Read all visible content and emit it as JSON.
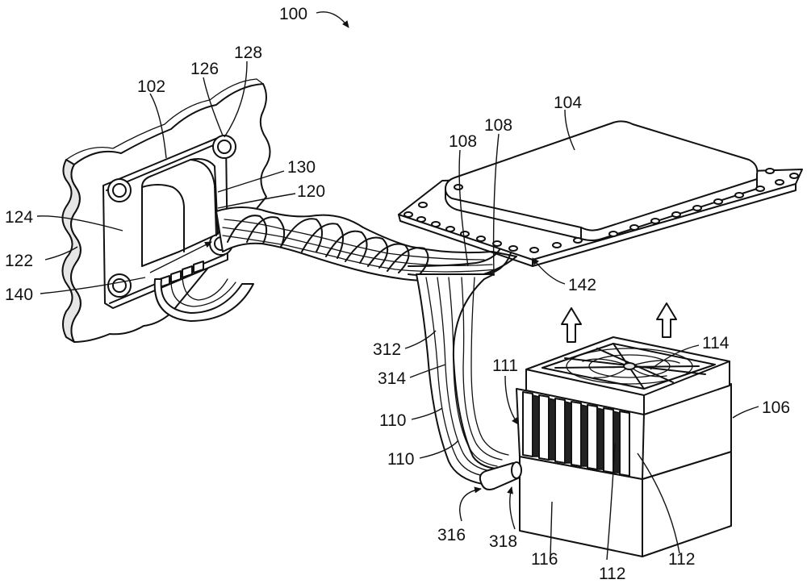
{
  "labels": {
    "r100": "100",
    "r102": "102",
    "r104": "104",
    "r106": "106",
    "r108a": "108",
    "r108b": "108",
    "r110a": "110",
    "r110b": "110",
    "r111": "111",
    "r112a": "112",
    "r112b": "112",
    "r114": "114",
    "r116": "116",
    "r120": "120",
    "r122": "122",
    "r124": "124",
    "r126": "126",
    "r128": "128",
    "r130": "130",
    "r140": "140",
    "r142": "142",
    "r312": "312",
    "r314": "314",
    "r316": "316",
    "r318": "318"
  }
}
